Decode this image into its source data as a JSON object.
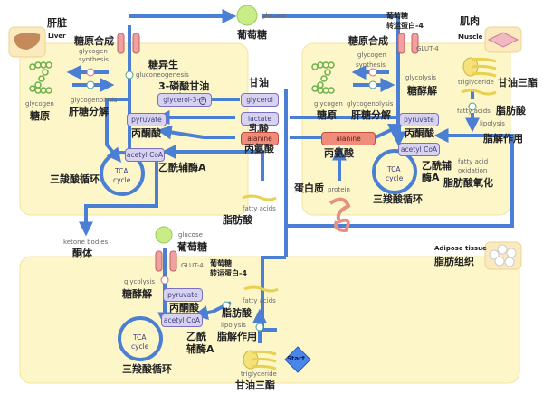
{
  "organs": {
    "liver": {
      "zh": "肝脏",
      "en": "Liver"
    },
    "muscle": {
      "zh": "肌肉",
      "en": "Muscle"
    },
    "adipose": {
      "zh": "脂肪组织",
      "en": "Adipose tissue"
    }
  },
  "top": {
    "glucose_en": "glucose",
    "glucose_zh": "葡萄糖"
  },
  "liver": {
    "glycogen_synthesis_zh": "糖原合成",
    "glycogen_synthesis_en1": "glycogen",
    "glycogen_synthesis_en2": "synthesis",
    "gluconeogenesis_zh": "糖异生",
    "gluconeogenesis_en": "gluconeogenesis",
    "glycerol3p_zh": "3-磷酸甘油",
    "glycerol3p_en": "glycerol-3-",
    "phosphate_symbol": "P",
    "glycogen_en": "glycogen",
    "glycogen_zh": "糖原",
    "glycogenolysis_en": "glycogenolysis",
    "glycogenolysis_zh": "肝糖分解",
    "pyruvate_en": "pyruvate",
    "pyruvate_zh": "丙酮酸",
    "acetylcoa_en": "acetyl CoA",
    "acetylcoa_zh": "乙酰辅酶A",
    "tca_en1": "TCA",
    "tca_en2": "cycle",
    "tca_zh": "三羧酸循环",
    "ketone_en": "ketone bodies",
    "ketone_zh": "酮体"
  },
  "blood": {
    "glycerol_zh": "甘油",
    "glycerol_en": "glycerol",
    "lactate_en": "lactate",
    "lactate_zh": "乳酸",
    "alanine_en": "alanine",
    "alanine_zh": "丙氨酸",
    "fatty_acids_en": "fatty acids",
    "fatty_acids_zh": "脂肪酸"
  },
  "muscle": {
    "glut4_zh1": "葡萄糖",
    "glut4_zh2": "转运蛋白-4",
    "glut4_en": "GLUT-4",
    "glycogen_synthesis_zh": "糖原合成",
    "glycogen_synthesis_en1": "glycogen",
    "glycogen_synthesis_en2": "synthesis",
    "glycolysis_en": "glycolysis",
    "glycolysis_zh": "糖酵解",
    "glycogen_en": "glycogen",
    "glycogen_zh": "糖原",
    "glycogenolysis_en": "glycogenolysis",
    "glycogenolysis_zh": "肝糖分解",
    "triglyceride_en": "triglyceride",
    "triglyceride_zh": "甘油三酯",
    "fatty_acids_en": "fatty acids",
    "fatty_acids_zh": "脂肪酸",
    "lipolysis_en": "lipolysis",
    "lipolysis_zh": "脂解作用",
    "pyruvate_en": "pyruvate",
    "pyruvate_zh": "丙酮酸",
    "alanine_en": "alanine",
    "alanine_zh": "丙氨酸",
    "protein_zh": "蛋白质",
    "protein_en": "protein",
    "acetylcoa_en": "acetyl CoA",
    "acetylcoa_zh1": "乙酰辅",
    "acetylcoa_zh2": "酶A",
    "fao_en1": "fatty acid",
    "fao_en2": "oxidation",
    "fao_zh": "脂肪酸氧化",
    "tca_en1": "TCA",
    "tca_en2": "cycle",
    "tca_zh": "三羧酸循环"
  },
  "adipose": {
    "glucose_en": "glucose",
    "glucose_zh": "葡萄糖",
    "glut4_en": "GLUT-4",
    "glut4_zh1": "葡萄糖",
    "glut4_zh2": "转运蛋白-4",
    "glycolysis_en": "glycolysis",
    "glycolysis_zh": "糖酵解",
    "pyruvate_en": "pyruvate",
    "pyruvate_zh": "丙酮酸",
    "acetylcoa_en": "acetyl CoA",
    "acetylcoa_zh1": "乙酰",
    "acetylcoa_zh2": "辅酶A",
    "tca_en1": "TCA",
    "tca_en2": "cycle",
    "tca_zh": "三羧酸循环",
    "fatty_acids_en": "fatty acids",
    "fatty_acids_zh": "脂肪酸",
    "lipolysis_en": "lipolysis",
    "lipolysis_zh": "脂解作用",
    "triglyceride_en": "triglyceride",
    "triglyceride_zh": "甘油三酯",
    "start_label": "Start"
  },
  "colors": {
    "arrow": "#4a7fd4",
    "panel": "#fdf6c9",
    "panel_border": "#f1e4a0",
    "purple_box": "#d6d2f0",
    "red_box": "#f08c7c",
    "glucose": "#c8ec88",
    "start": "#4a86e8"
  }
}
